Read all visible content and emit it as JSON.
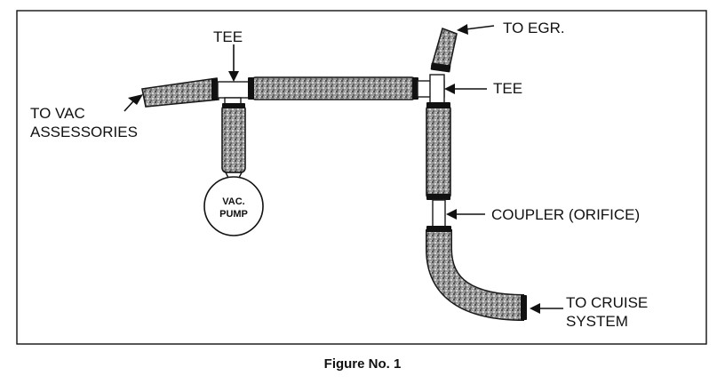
{
  "labels": {
    "tee_left": "TEE",
    "tee_right": "TEE",
    "to_egr": "TO EGR.",
    "to_vac_line1": "TO VAC",
    "to_vac_line2": "ASSESSORIES",
    "vac_pump_line1": "VAC.",
    "vac_pump_line2": "PUMP",
    "coupler": "COUPLER (ORIFICE)",
    "to_cruise_line1": "TO CRUISE",
    "to_cruise_line2": "SYSTEM"
  },
  "caption": "Figure No. 1",
  "colors": {
    "ink": "#111111",
    "hose_texture": "#8a8a8a",
    "background": "#ffffff"
  }
}
